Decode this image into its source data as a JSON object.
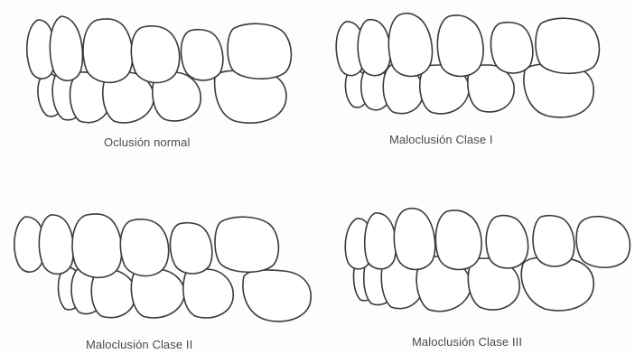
{
  "figure": {
    "panels": [
      {
        "id": "normal",
        "caption": "Oclusión normal"
      },
      {
        "id": "class1",
        "caption": "Maloclusión Clase I"
      },
      {
        "id": "class2",
        "caption": "Maloclusión Clase II"
      },
      {
        "id": "class3",
        "caption": "Maloclusión Clase III"
      }
    ]
  },
  "colors": {
    "outline": "#3a3a3a",
    "caption": "#4a4a4a",
    "background": "#fdfdfc"
  }
}
